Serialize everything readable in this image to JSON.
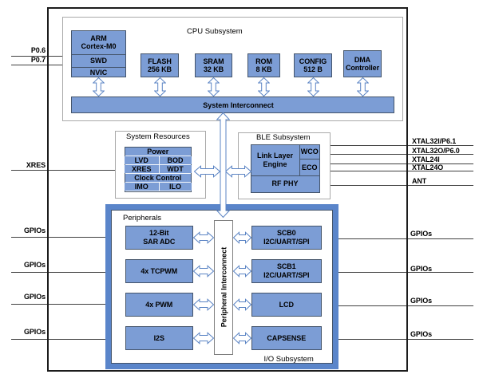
{
  "pins": {
    "left": {
      "p06": "P0.6",
      "p07": "P0.7",
      "xres": "XRES",
      "gpio1": "GPIOs",
      "gpio2": "GPIOs",
      "gpio3": "GPIOs",
      "gpio4": "GPIOs"
    },
    "right": {
      "xtal32i": "XTAL32I/P6.1",
      "xtal32o": "XTAL32O/P6.0",
      "xtal24i": "XTAL24I",
      "xtal24o": "XTAL24O",
      "ant": "ANT",
      "gpio1": "GPIOs",
      "gpio2": "GPIOs",
      "gpio3": "GPIOs",
      "gpio4": "GPIOs"
    }
  },
  "cpu_subsystem": {
    "title": "CPU Subsystem",
    "arm_core": "ARM\nCortex-M0",
    "swd": "SWD",
    "nvic": "NVIC",
    "flash": "FLASH\n256 KB",
    "sram": "SRAM\n32 KB",
    "rom": "ROM\n8 KB",
    "config": "CONFIG\n512 B",
    "dma": "DMA\nController",
    "bus_label": "System Interconnect"
  },
  "system_resources": {
    "title": "System Resources",
    "power_header": "Power",
    "lvd": "LVD",
    "bod": "BOD",
    "xres": "XRES",
    "wdt": "WDT",
    "clock_header": "Clock Control",
    "imo": "IMO",
    "ilo": "ILO"
  },
  "ble_subsystem": {
    "title": "BLE Subsystem",
    "link_layer": "Link Layer\nEngine",
    "wco": "WCO",
    "eco": "ECO",
    "rf_phy": "RF PHY"
  },
  "peripherals": {
    "title": "Peripherals",
    "bus_label": "Peripheral Interconnect",
    "sar_adc": "12-Bit\nSAR ADC",
    "tcpwm": "4x TCPWM",
    "pwm": "4x PWM",
    "i2s": "I2S",
    "scb0": "SCB0\nI2C/UART/SPI",
    "scb1": "SCB1\nI2C/UART/SPI",
    "lcd": "LCD",
    "capsense": "CAPSENSE",
    "io_label": "I/O Subsystem"
  },
  "colors": {
    "block_fill": "#7C9DD5",
    "block_border": "#44546A",
    "peripherals_border": "#5A85CA",
    "arrow_stroke": "#5B84C4",
    "wire": "#404040"
  }
}
